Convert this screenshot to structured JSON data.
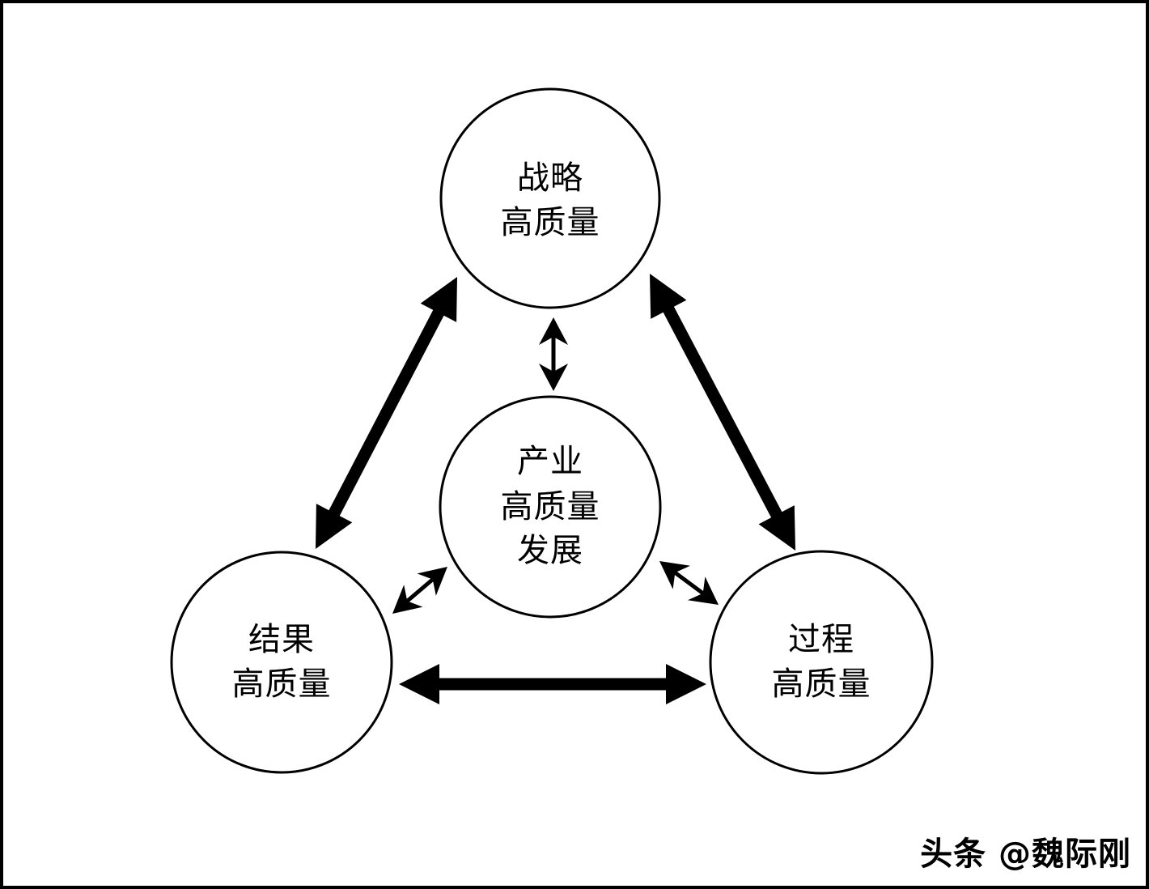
{
  "figure": {
    "background_color": "#ffffff",
    "stroke_color": "#000000",
    "title": "",
    "nodes": {
      "strategy": {
        "id": "strategy",
        "lines": [
          "战略",
          "高质量"
        ]
      },
      "industry": {
        "id": "industry",
        "lines": [
          "产业",
          "高质量",
          "发展"
        ]
      },
      "result": {
        "id": "result",
        "lines": [
          "结果",
          "高质量"
        ]
      },
      "process": {
        "id": "process",
        "lines": [
          "过程",
          "高质量"
        ]
      }
    },
    "connections": [
      {
        "from": "strategy",
        "to": "result",
        "style": "thick-double-arrow"
      },
      {
        "from": "strategy",
        "to": "process",
        "style": "thick-double-arrow"
      },
      {
        "from": "result",
        "to": "process",
        "style": "thick-double-arrow"
      },
      {
        "from": "strategy",
        "to": "industry",
        "style": "thin-double-arrow"
      },
      {
        "from": "industry",
        "to": "result",
        "style": "thin-double-arrow"
      },
      {
        "from": "industry",
        "to": "process",
        "style": "thin-double-arrow"
      }
    ]
  },
  "watermark": {
    "text": "头条 @魏际刚"
  }
}
